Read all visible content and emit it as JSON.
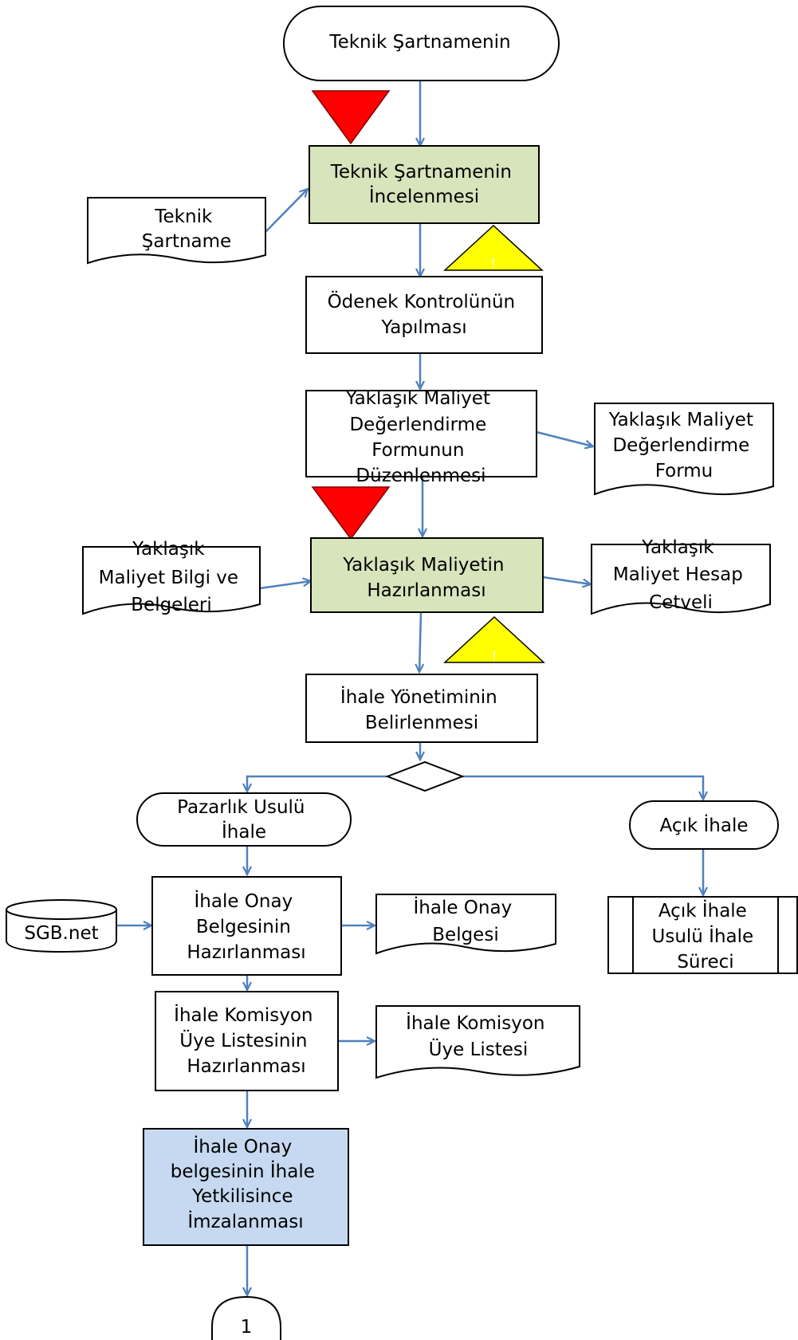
{
  "colors": {
    "process_fill": "#ffffff",
    "highlight_green": "#d7e4bc",
    "highlight_blue": "#c6d9f1",
    "connector": "#4f81bd",
    "risk_red": "#ff0000",
    "warning_yellow": "#ffff00"
  },
  "nodes": {
    "start": "Teknik Şartnamenin",
    "teknik_inceleme": [
      "Teknik Şartnamenin",
      "İncelenmesi"
    ],
    "teknik_sartname_doc": [
      "Teknik",
      "Şartname"
    ],
    "odenek": [
      "Ödenek Kontrolünün",
      "Yapılması"
    ],
    "ym_form_duzen": [
      "Yaklaşık Maliyet",
      "Değerlendirme",
      "Formunun",
      "Düzenlenmesi"
    ],
    "ym_form_doc": [
      "Yaklaşık Maliyet",
      "Değerlendirme",
      "Formu"
    ],
    "ym_bilgi_doc": [
      "Yaklaşık",
      "Maliyet Bilgi ve",
      "Belgeleri"
    ],
    "ym_hazirlanmasi": [
      "Yaklaşık Maliyetin",
      "Hazırlanması"
    ],
    "ym_cetvel_doc": [
      "Yaklaşık",
      "Maliyet Hesap",
      "Cetveli"
    ],
    "ihale_yonetimi": [
      "İhale Yönetiminin",
      "Belirlenmesi"
    ],
    "pazarlik": [
      "Pazarlık Usulü",
      "İhale"
    ],
    "acik_ihale": "Açık İhale",
    "acik_surec": [
      "Açık İhale",
      "Usulü İhale",
      "Süreci"
    ],
    "sgb": "SGB.net",
    "onay_hazirlama": [
      "İhale Onay",
      "Belgesinin",
      "Hazırlanması"
    ],
    "onay_doc": [
      "İhale Onay",
      "Belgesi"
    ],
    "komisyon_hazirlama": [
      "İhale Komisyon",
      "Üye Listesinin",
      "Hazırlanması"
    ],
    "komisyon_doc": [
      "İhale Komisyon",
      "Üye Listesi"
    ],
    "imza": [
      "İhale Onay",
      "belgesinin İhale",
      "Yetkilisince",
      "İmzalanması"
    ],
    "connector": "1"
  },
  "markers": {
    "warning_glyph": "!"
  }
}
